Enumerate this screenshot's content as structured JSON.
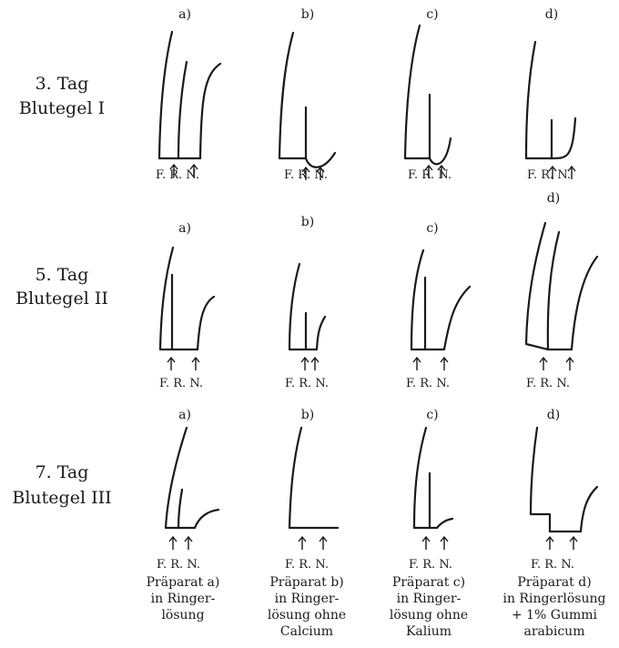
{
  "rows": [
    {
      "day": "3. Tag",
      "leech": "Blutegel I",
      "panels": [
        {
          "letter": "a)",
          "labels": "F. R. N."
        },
        {
          "letter": "b)",
          "labels": "F. R. N."
        },
        {
          "letter": "c)",
          "labels": "F. R. N."
        },
        {
          "letter": "d)",
          "labels": "F. R. N."
        }
      ]
    },
    {
      "day": "5. Tag",
      "leech": "Blutegel II",
      "panels": [
        {
          "letter": "a)",
          "labels": "F. R. N."
        },
        {
          "letter": "b)",
          "labels": "F. R. N."
        },
        {
          "letter": "c)",
          "labels": "F. R. N."
        },
        {
          "letter": "d)",
          "labels": "F. R. N."
        }
      ]
    },
    {
      "day": "7. Tag",
      "leech": "Blutegel III",
      "panels": [
        {
          "letter": "a)",
          "labels": "F. R. N."
        },
        {
          "letter": "b)",
          "labels": "F. R. N."
        },
        {
          "letter": "c)",
          "labels": "F. R. N."
        },
        {
          "letter": "d)",
          "labels": "F. R. N."
        }
      ]
    }
  ],
  "captions": [
    [
      "Präparat a)",
      "in Ringer-",
      "lösung"
    ],
    [
      "Präparat b)",
      "in Ringer-",
      "lösung ohne",
      "Calcium"
    ],
    [
      "Präparat c)",
      "in Ringer-",
      "lösung ohne",
      "Kalium"
    ],
    [
      "Präparat d)",
      "in Ringerlösung",
      "+ 1%  Gummi",
      "arabicum"
    ]
  ]
}
